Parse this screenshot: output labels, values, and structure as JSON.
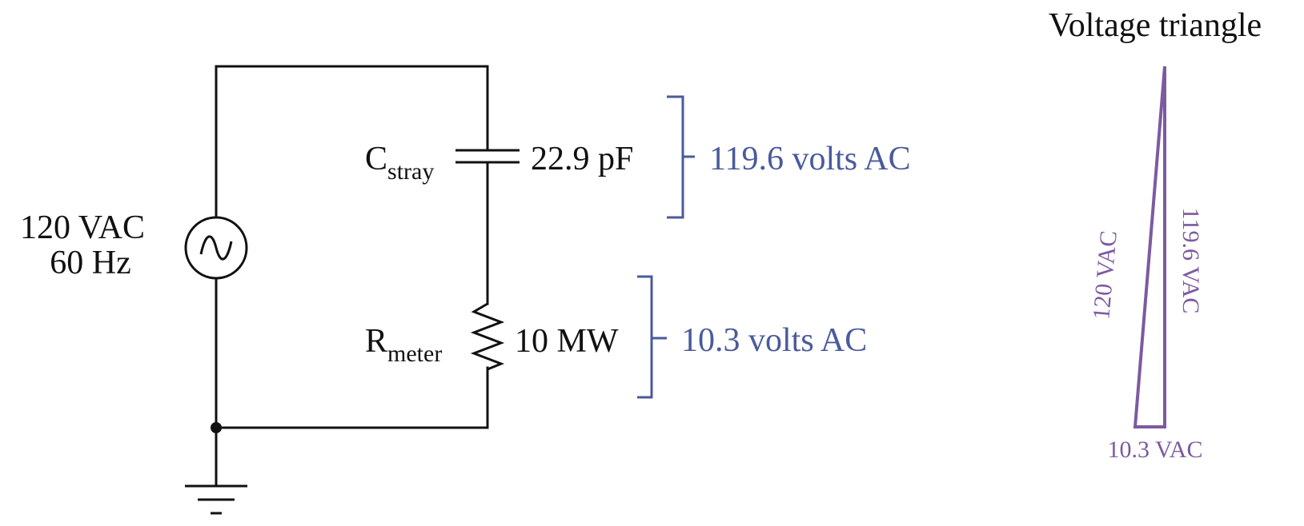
{
  "source": {
    "voltage_label": "120 VAC",
    "frequency_label": "60 Hz",
    "icon": "ac-source-icon"
  },
  "capacitor": {
    "name_main": "C",
    "name_sub": "stray",
    "value": "22.9 pF",
    "icon": "capacitor-icon"
  },
  "resistor": {
    "name_main": "R",
    "name_sub": "meter",
    "value": "10 MW",
    "icon": "resistor-icon"
  },
  "readings": {
    "capacitor_voltage": "119.6 volts AC",
    "resistor_voltage": "10.3 volts AC"
  },
  "ground": {
    "icon": "ground-icon"
  },
  "triangle": {
    "title": "Voltage triangle",
    "hypotenuse_label": "120 VAC",
    "vertical_label": "119.6 VAC",
    "base_label": "10.3 VAC"
  },
  "colors": {
    "circuit": "#111111",
    "readings": "#4a5a9c",
    "triangle": "#7d5aa0"
  }
}
